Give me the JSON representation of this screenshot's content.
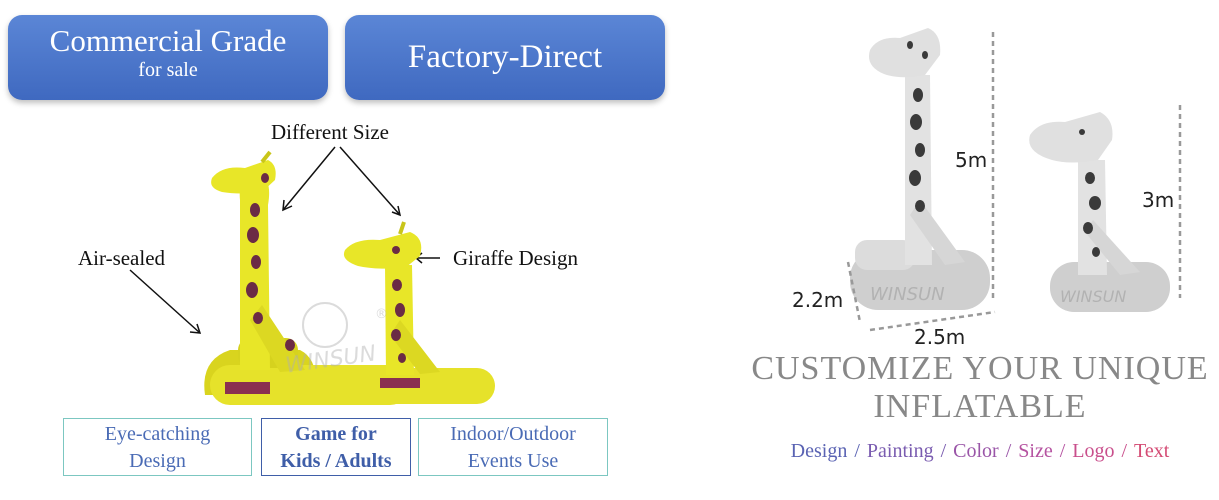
{
  "banners": {
    "left_title": "Commercial Grade",
    "left_subtitle": "for sale",
    "right_title": "Factory-Direct"
  },
  "callouts": {
    "size": "Different Size",
    "sealed": "Air-sealed",
    "design": "Giraffe Design"
  },
  "features": {
    "f1_line1": "Eye-catching",
    "f1_line2": "Design",
    "f2_line1": "Game for",
    "f2_line2": "Kids / Adults",
    "f3_line1": "Indoor/Outdoor",
    "f3_line2": "Events Use"
  },
  "dimensions": {
    "tall_height": "5m",
    "short_height": "3m",
    "depth": "2.2m",
    "width": "2.5m"
  },
  "headline": {
    "line1": "CUSTOMIZE YOUR UNIQUE",
    "line2": "INFLATABLE"
  },
  "options": {
    "items": [
      "Design",
      "Painting",
      "Color",
      "Size",
      "Logo",
      "Text"
    ],
    "separator": "/",
    "colors": [
      "#5a63b3",
      "#7a5cb0",
      "#9a56a8",
      "#b552a0",
      "#c94f8c",
      "#d44b74"
    ]
  },
  "watermark": "WINSUN",
  "colors": {
    "banner": "#4a75cc",
    "feature_border": "#7cc7c1",
    "giraffe_yellow": "#e8e628",
    "giraffe_spot": "#6b2b45",
    "gray_body": "#d9d9d9",
    "gray_spot": "#3a3a3a"
  }
}
